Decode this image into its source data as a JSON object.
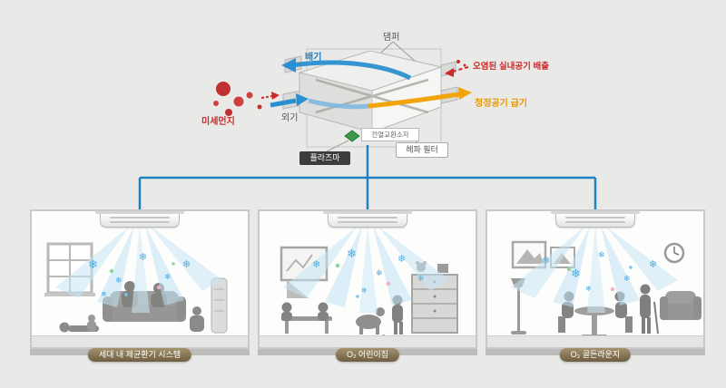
{
  "diagram": {
    "damper": "댐퍼",
    "exhaust": "배기",
    "outdoor_air": "외기",
    "fine_dust": "미세먼지",
    "polluted_indoor_air_out": "오염된 실내공기 배출",
    "clean_air_supply": "청정공기 급기",
    "heat_exchange_element": "전열교환소자",
    "plasma": "플라즈마",
    "hepa_filter": "헤파 필터"
  },
  "rooms": [
    {
      "label": "세대 내 제균환기 시스템"
    },
    {
      "label": "O₂ 어린이집"
    },
    {
      "label": "O₂ 골든라운지"
    }
  ],
  "decor": {
    "snowflake": "❄"
  },
  "colors": {
    "duct_blue": "#1f82c0",
    "supply_orange": "#f2a50a",
    "alert_red": "#cc2a2a",
    "badge_brown": "#7c6c4e",
    "background": "#e9e9e7"
  }
}
